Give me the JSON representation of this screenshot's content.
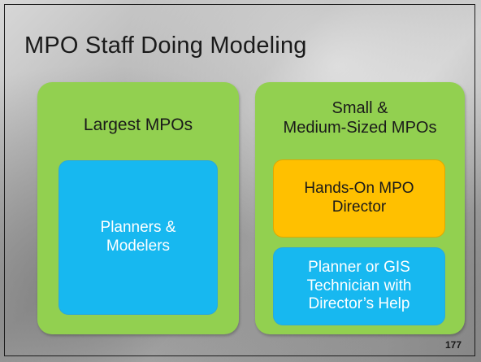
{
  "title": "MPO Staff Doing Modeling",
  "groups": [
    {
      "label": "Largest MPOs",
      "boxes": [
        {
          "text": "Planners &\nModelers"
        }
      ]
    },
    {
      "label": "Small &\nMedium-Sized MPOs",
      "boxes": [
        {
          "text": "Hands-On MPO\nDirector"
        },
        {
          "text": "Planner or GIS\nTechnician with\nDirector’s Help"
        }
      ]
    }
  ],
  "colors": {
    "group": "#92d050",
    "blue_box": "#17b8f0",
    "orange_box": "#ffc000"
  },
  "page_number": "177"
}
